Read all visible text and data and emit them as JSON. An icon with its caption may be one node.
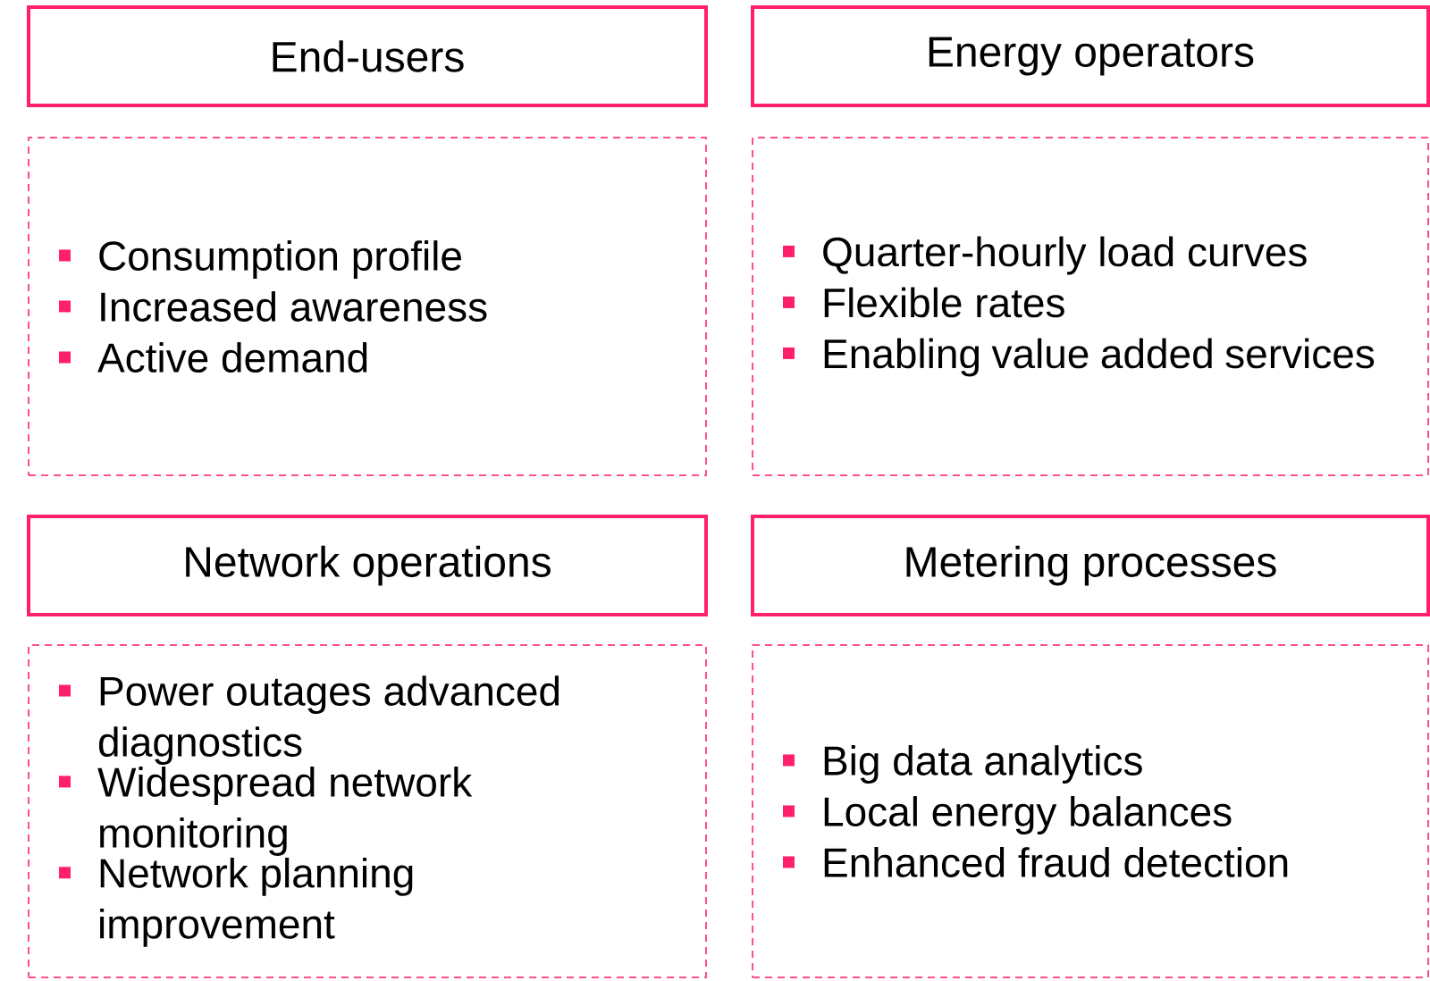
{
  "diagram": {
    "nodes": [
      {
        "text": [
          "End-users"
        ]
      },
      {
        "text": [
          "Energy operators"
        ]
      },
      {
        "text": [
          "Consumption profile",
          "Increased awareness",
          "Active demand"
        ]
      },
      {
        "text": [
          "Quarter-hourly load curves",
          "Flexible rates",
          "Enabling value added services"
        ]
      },
      {
        "text": [
          "Network operations"
        ]
      },
      {
        "text": [
          "Metering processes"
        ]
      },
      {
        "text": [
          "Power outages advanced diagnostics",
          "Widespread network monitoring",
          "Network planning improvement"
        ]
      },
      {
        "text": [
          "Big data analytics",
          "Local energy balances",
          "Enhanced fraud detection"
        ]
      }
    ]
  }
}
